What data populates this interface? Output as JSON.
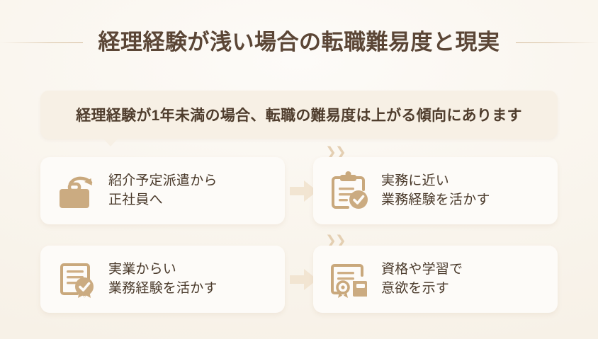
{
  "page": {
    "title": "経理経験が浅い場合の転職難易度と現実",
    "background_color": "#fbf7f1",
    "accent_color": "#c9a87c",
    "text_color": "#4a3a2b"
  },
  "banner": {
    "text": "経理経験が1年未満の場合、転職の難易度は上がる傾向にあります",
    "background_color": "#f7f0e5"
  },
  "connectors": {
    "chevron_glyph": "❯❯",
    "row1_chevron": "❯❯",
    "row2_chevron": "❯❯",
    "arrow_color": "#f0e2cd"
  },
  "cards": [
    {
      "icon": "briefcase-arrow-icon",
      "line1": "紹介予定派遣から",
      "line2": "正社員へ"
    },
    {
      "icon": "clipboard-check-icon",
      "line1": "実務に近い",
      "line2": "業務経験を活かす"
    },
    {
      "icon": "certificate-award-icon",
      "line1": "実業からい",
      "line2": "業務経験を活かす"
    },
    {
      "icon": "certificate-book-icon",
      "line1": "資格や学習で",
      "line2": "意欲を示す"
    }
  ]
}
